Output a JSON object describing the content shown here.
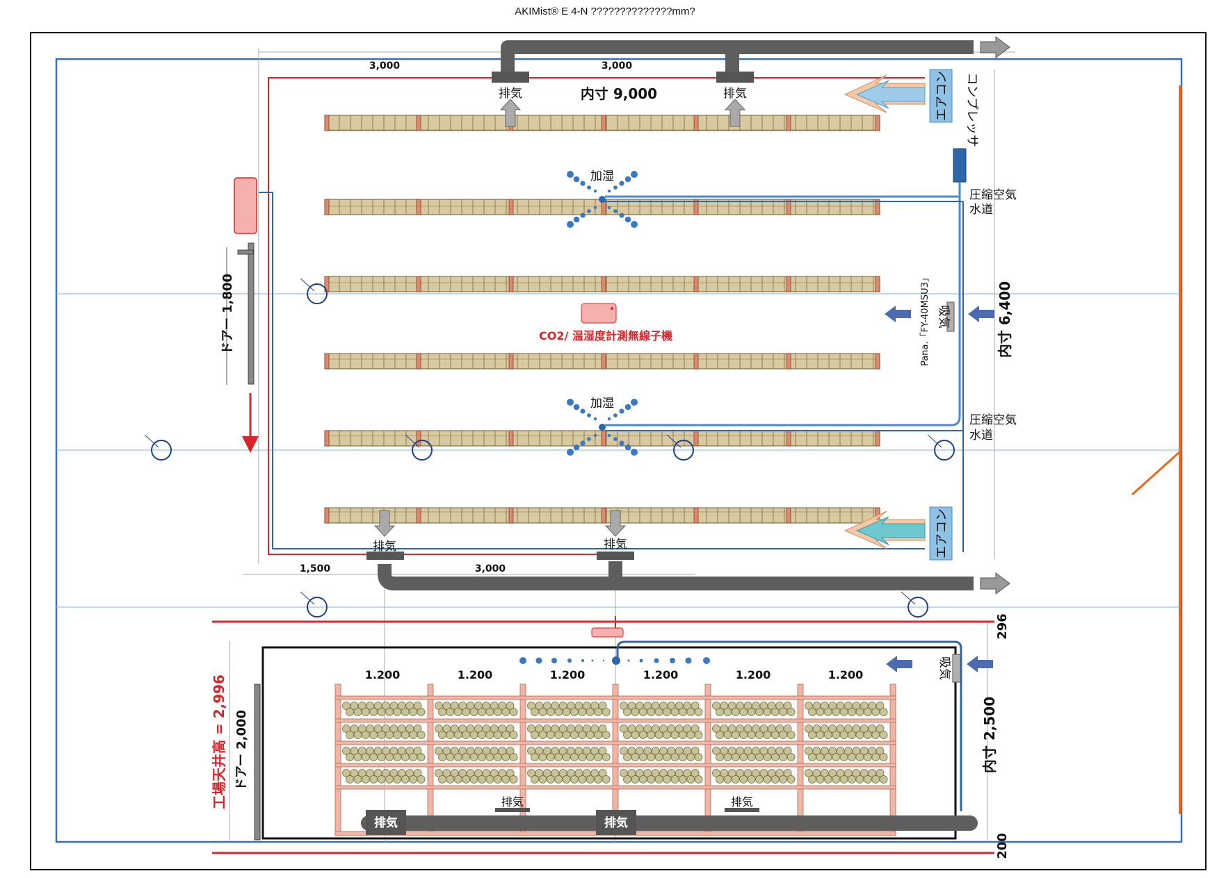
{
  "title": "AKIMist® E 4-N ??????????????mm?",
  "colors": {
    "frame": "#111111",
    "room": "#3470b8",
    "red": "#d8262c",
    "pipe_blue": "#2f66a8",
    "pipe_blue2": "#4a8bd0",
    "duct": "#5e5e5e",
    "shelf_fill": "#d9c9a0",
    "orange": "#e8681a",
    "fan_blue": "#4c6bb0",
    "ac_fill": "#8ec1e3",
    "pink": "#f4b1ad",
    "gray_arrow": "#8c8c8c"
  },
  "plan": {
    "dim_top_left": "3,000",
    "dim_top_right": "3,000",
    "dim_bottom_left": "1,500",
    "dim_bottom_right": "3,000",
    "exhaust_label": "排気",
    "inner_width": "内寸 9,000",
    "inner_depth": "内寸 6,400",
    "humidify": "加湿",
    "aircon": "エアコン",
    "compressor": "コンプレッサ",
    "compressed_air": "圧縮空気",
    "water": "水道",
    "intake": "吸気",
    "fan_model": "Pana.「FY-40MSU3」",
    "sensor": "CO2/ 温湿度計測無線子機",
    "door": "ドアー 1,800"
  },
  "section": {
    "bay_dims": [
      "1.200",
      "1.200",
      "1.200",
      "1.200",
      "1.200",
      "1.200"
    ],
    "exhaust_label": "排気",
    "intake": "吸気",
    "ceiling": "工場天井高 = 2,996",
    "door": "ドアー 2,000",
    "inner_height": "内寸 2,500",
    "dim_top": "296",
    "dim_bottom": "200"
  },
  "icons": [
    "exhaust-arrow-icon",
    "intake-arrow-icon",
    "mist-nozzle-icon",
    "ceiling-fan-icon",
    "aircon-airflow-icon"
  ]
}
